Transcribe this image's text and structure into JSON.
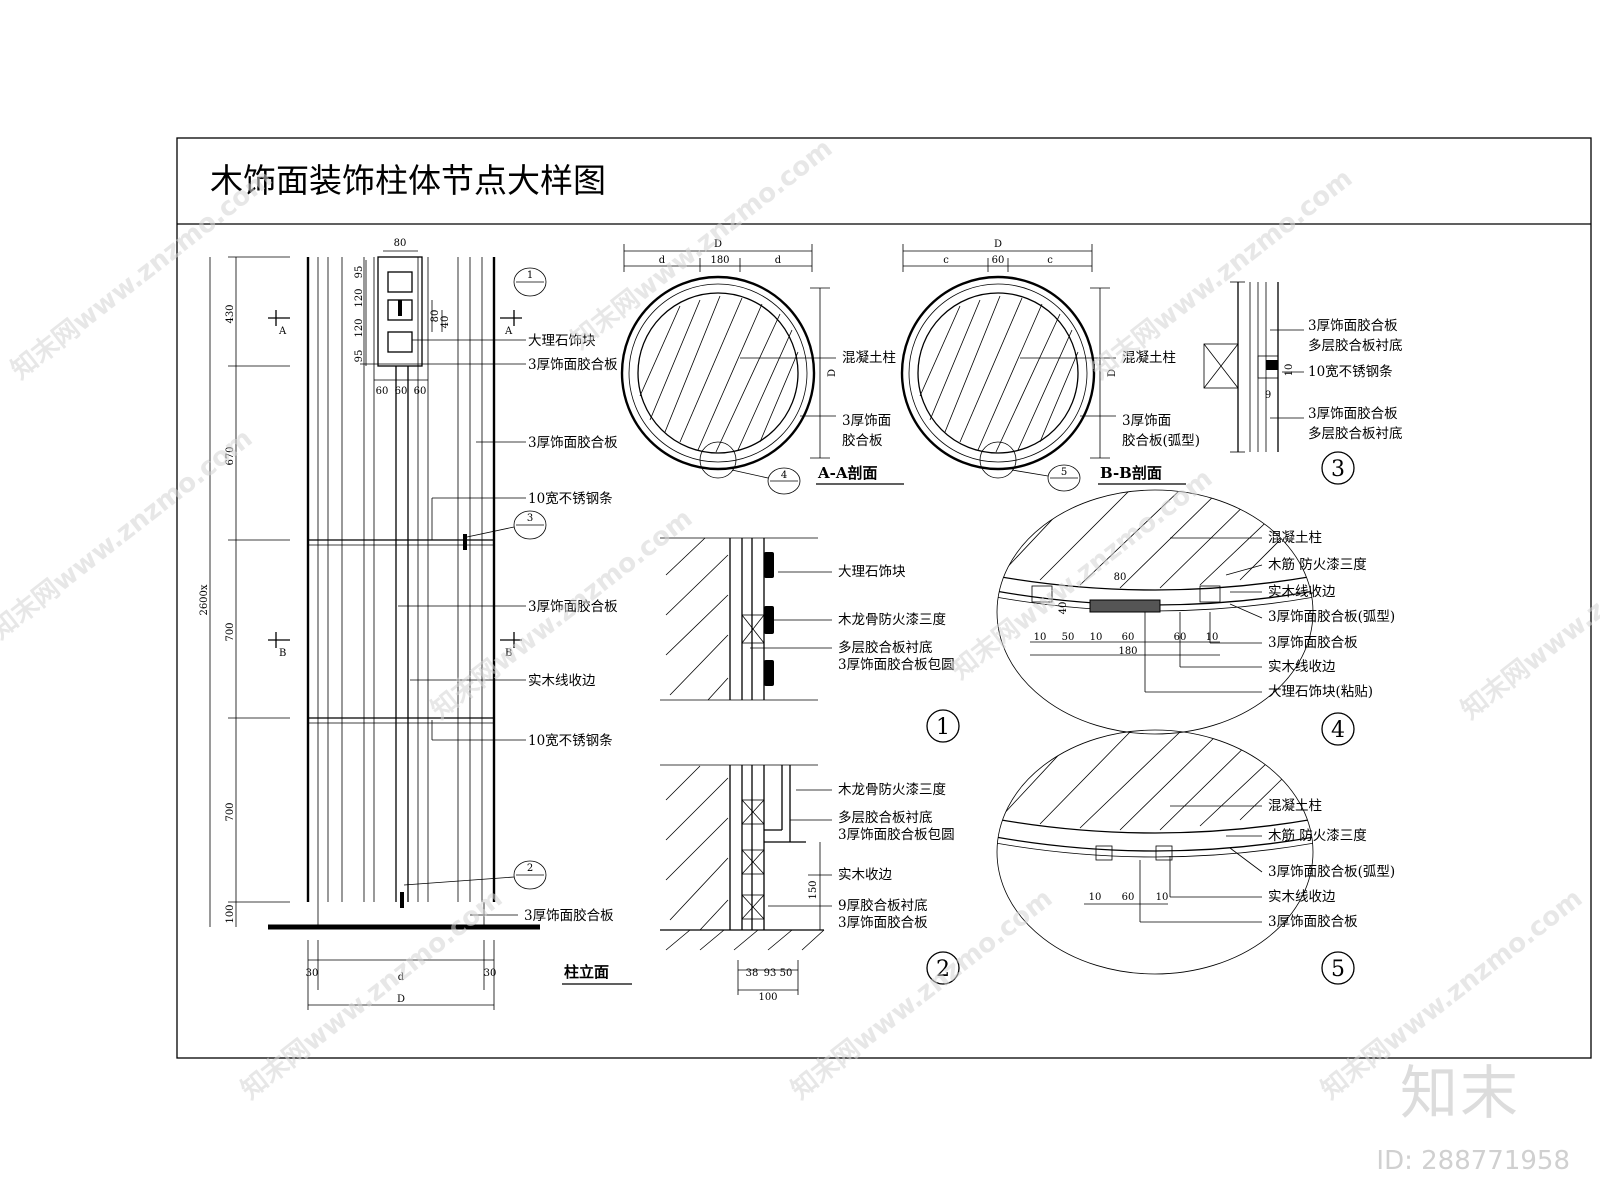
{
  "title": "木饰面装饰柱体节点大样图",
  "elevation": {
    "label": "柱立面",
    "total_height": "2600x",
    "segments": [
      "430",
      "670",
      "700",
      "700",
      "100"
    ],
    "top_width": "80",
    "top_inner_dims": [
      "95",
      "120",
      "120",
      "95"
    ],
    "top_small_dims": [
      "80",
      "40"
    ],
    "bottom_parts": [
      "60",
      "60",
      "60"
    ],
    "width_dims": [
      "30",
      "d",
      "30"
    ],
    "total_width": "D",
    "cut_a": "A",
    "cut_b": "B",
    "callouts": [
      "1",
      "3",
      "2"
    ],
    "notes": [
      "大理石饰块",
      "3厚饰面胶合板",
      "3厚饰面胶合板",
      "10宽不锈钢条",
      "3厚饰面胶合板",
      "实木线收边",
      "10宽不锈钢条",
      "3厚饰面胶合板"
    ]
  },
  "section_a": {
    "label": "A-A剖面",
    "dims": [
      "D",
      "d",
      "180",
      "d"
    ],
    "height_dim": "D",
    "notes": [
      "混凝土柱",
      "3厚饰面",
      "胶合板"
    ],
    "callout": "4"
  },
  "section_b": {
    "label": "B-B剖面",
    "dims": [
      "D",
      "c",
      "60",
      "c"
    ],
    "height_dim": "D",
    "notes": [
      "混凝土柱",
      "3厚饰面",
      "胶合板(弧型)"
    ],
    "callout": "5"
  },
  "detail_3": {
    "number": "3",
    "notes": [
      "3厚饰面胶合板",
      "多层胶合板衬底",
      "10宽不锈钢条",
      "3厚饰面胶合板",
      "多层胶合板衬底"
    ],
    "dims": [
      "10",
      "9"
    ]
  },
  "detail_1": {
    "number": "1",
    "notes": [
      "大理石饰块",
      "木龙骨防火漆三度",
      "多层胶合板衬底",
      "3厚饰面胶合板包圆"
    ]
  },
  "detail_2": {
    "number": "2",
    "notes": [
      "木龙骨防火漆三度",
      "多层胶合板衬底",
      "3厚饰面胶合板包圆",
      "实木收边",
      "9厚胶合板衬底",
      "3厚饰面胶合板"
    ],
    "dims": [
      "150",
      "38",
      "93",
      "50",
      "100"
    ]
  },
  "detail_4": {
    "number": "4",
    "notes": [
      "混凝土柱",
      "木筋 防火漆三度",
      "实木线收边",
      "3厚饰面胶合板(弧型)",
      "3厚饰面胶合板",
      "实木线收边",
      "大理石饰块(粘贴)"
    ],
    "dims": [
      "80",
      "10",
      "50",
      "10",
      "60",
      "60",
      "10",
      "180",
      "40"
    ]
  },
  "detail_5": {
    "number": "5",
    "notes": [
      "混凝土柱",
      "木筋 防火漆三度",
      "3厚饰面胶合板(弧型)",
      "实木线收边",
      "3厚饰面胶合板"
    ],
    "dims": [
      "10",
      "60",
      "10"
    ]
  },
  "watermark": {
    "text": "知末网www.znzmo.com",
    "brand": "知末",
    "id": "ID: 288771958"
  }
}
